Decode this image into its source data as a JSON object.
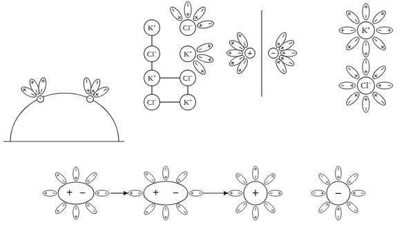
{
  "diagram": {
    "nodes": [
      {
        "text": [
          "+"
        ]
      },
      {
        "text": [
          "−"
        ]
      },
      {
        "text": [
          "K⁺"
        ]
      },
      {
        "text": [
          "Cl⁻"
        ]
      },
      {
        "text": [
          "Cl⁻"
        ]
      },
      {
        "text": [
          "K⁺"
        ]
      },
      {
        "text": [
          "K⁺"
        ]
      },
      {
        "text": [
          "Cl⁻"
        ]
      },
      {
        "text": [
          "Cl⁻"
        ]
      },
      {
        "text": [
          "K⁺"
        ]
      },
      {
        "text": [
          "+"
        ]
      },
      {
        "text": [
          "−"
        ]
      },
      {
        "text": [
          "K⁺"
        ]
      },
      {
        "text": [
          "Cl⁻"
        ]
      },
      {
        "text": [
          "+",
          "−"
        ]
      },
      {
        "text": [
          "+",
          "−"
        ]
      },
      {
        "text": [
          "+"
        ]
      },
      {
        "text": [
          "−"
        ]
      }
    ],
    "edges": [
      {
        "from": 2,
        "to": 4,
        "arrow": "none"
      },
      {
        "from": 4,
        "to": 6,
        "arrow": "none"
      },
      {
        "from": 6,
        "to": 8,
        "arrow": "none"
      },
      {
        "from": 6,
        "to": 7,
        "arrow": "none"
      },
      {
        "from": 7,
        "to": 9,
        "arrow": "none"
      },
      {
        "from": 8,
        "to": 9,
        "arrow": "none"
      },
      {
        "from": 14,
        "to": 15,
        "arrow": "to"
      },
      {
        "from": 15,
        "to": 16,
        "arrow": "to"
      }
    ]
  }
}
